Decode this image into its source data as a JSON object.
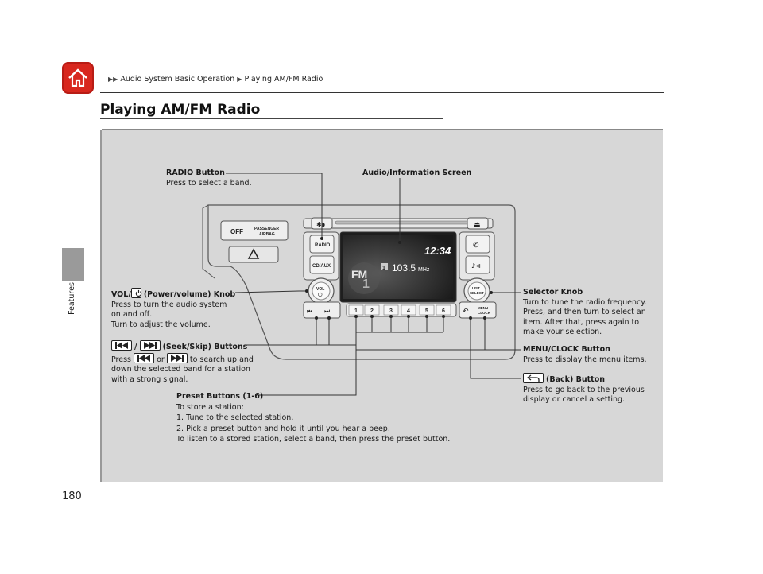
{
  "breadcrumb": {
    "level1": "Audio System Basic Operation",
    "level2": "Playing AM/FM Radio"
  },
  "sidebar": {
    "section": "Features"
  },
  "page": {
    "title": "Playing AM/FM Radio",
    "number": "180"
  },
  "diagram": {
    "radio_button": {
      "title": "RADIO Button",
      "desc": "Press to select a band."
    },
    "screen": {
      "title": "Audio/Information Screen"
    },
    "vol_knob": {
      "title_pre": "VOL/",
      "title_post": "(Power/volume) Knob",
      "line1": "Press to turn the audio system",
      "line2": "on and off.",
      "line3": "Turn to adjust the volume."
    },
    "seek": {
      "sep": "/",
      "title": "(Seek/Skip) Buttons",
      "l1_pre": "Press",
      "l1_mid": "or",
      "l1_post": "to search up and",
      "line2": "down the selected band for a station",
      "line3": "with a strong signal."
    },
    "preset": {
      "title": "Preset Buttons (1-6)",
      "line1": "To store a station:",
      "line2": "1.  Tune to the selected station.",
      "line3": "2.  Pick a preset button and hold it until you hear a beep.",
      "line4": "To listen to a stored station, select a band, then press the preset button."
    },
    "selector": {
      "title": "Selector Knob",
      "line1": "Turn to tune the radio frequency.",
      "line2": "Press, and then turn to select an",
      "line3": "item. After that, press again to",
      "line4": "make your selection."
    },
    "menu": {
      "title": "MENU/CLOCK Button",
      "desc": "Press to display the menu items."
    },
    "back": {
      "title": "(Back) Button",
      "line1": "Press to go back to the previous",
      "line2": "display or cancel a setting."
    },
    "unit": {
      "airbag_off": "OFF",
      "airbag_label1": "PASSENGER",
      "airbag_label2": "AIRBAG",
      "radio_btn": "RADIO",
      "cdaux_btn": "CD/AUX",
      "clock": "12:34",
      "preset_no": "1",
      "frequency": "103.5",
      "mhz": "MHz",
      "band": "FM",
      "band_no": "1",
      "vol_label": "VOL",
      "list_label1": "LIST",
      "list_label2": "SELECT",
      "menu_label1": "MENU",
      "menu_label2": "CLOCK",
      "presets": [
        "1",
        "2",
        "3",
        "4",
        "5",
        "6"
      ]
    }
  }
}
